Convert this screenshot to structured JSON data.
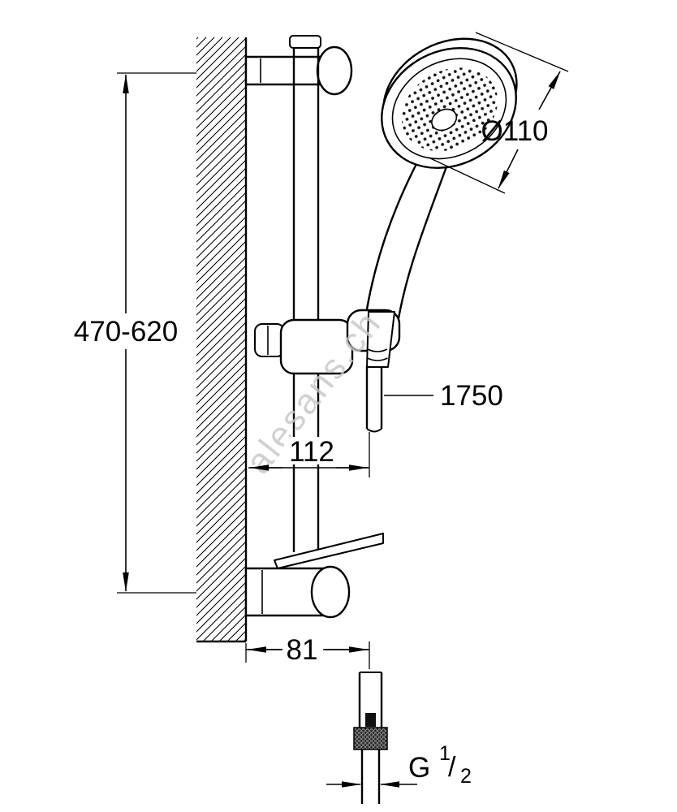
{
  "watermark": "alesans.ch",
  "dims": {
    "rail_height": "470-620",
    "head_diameter": "Ø110",
    "hose_length": "1750",
    "rail_offset": "112",
    "wall_offset": "81",
    "thread": {
      "prefix": "G",
      "numerator": "1",
      "slash": "/",
      "denominator": "2"
    }
  },
  "colors": {
    "line": "#000000",
    "watermark": "#c6c6c6",
    "background": "#ffffff"
  }
}
